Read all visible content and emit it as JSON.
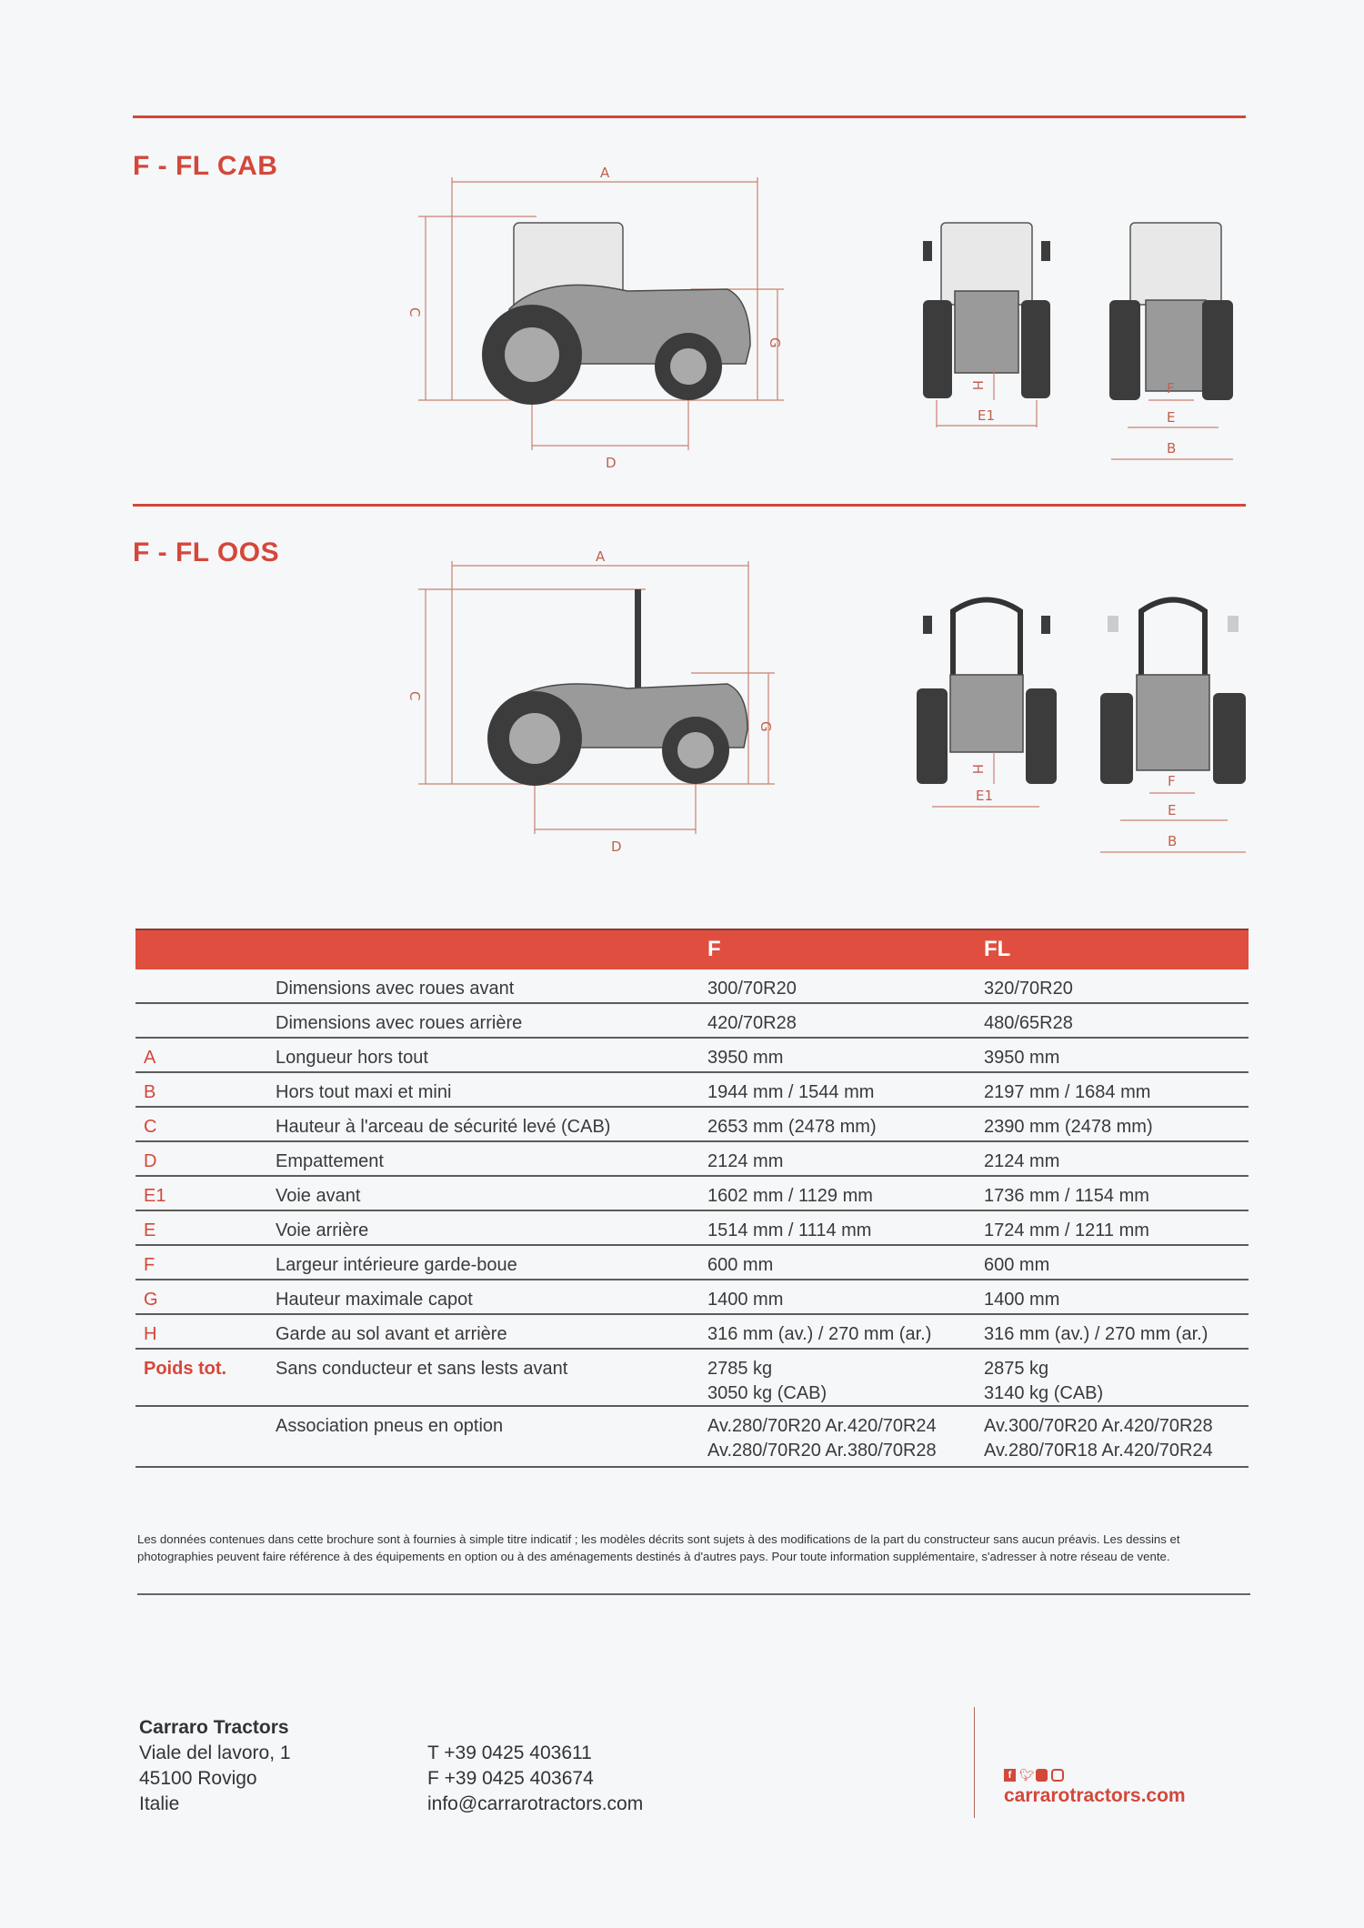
{
  "sections": [
    {
      "title": "F - FL CAB",
      "dims": {
        "A": "A",
        "C": "C",
        "G": "G",
        "D": "D",
        "H": "H",
        "E1": "E1",
        "F": "F",
        "E": "E",
        "B": "B"
      }
    },
    {
      "title": "F - FL OOS",
      "dims": {
        "A": "A",
        "C": "C",
        "G": "G",
        "D": "D",
        "H": "H",
        "E1": "E1",
        "F": "F",
        "E": "E",
        "B": "B"
      }
    }
  ],
  "table": {
    "headers": {
      "f": "F",
      "fl": "FL"
    },
    "rows": [
      {
        "letter": "",
        "label": "Dimensions avec roues avant",
        "f": "300/70R20",
        "fl": "320/70R20"
      },
      {
        "letter": "",
        "label": "Dimensions avec roues arrière",
        "f": "420/70R28",
        "fl": "480/65R28"
      },
      {
        "letter": "A",
        "label": "Longueur hors tout",
        "f": "3950 mm",
        "fl": "3950 mm"
      },
      {
        "letter": "B",
        "label": "Hors tout maxi et mini",
        "f": "1944 mm / 1544 mm",
        "fl": "2197 mm / 1684 mm"
      },
      {
        "letter": "C",
        "label": "Hauteur à l'arceau de sécurité levé (CAB)",
        "f": "2653 mm (2478 mm)",
        "fl": "2390 mm (2478 mm)"
      },
      {
        "letter": "D",
        "label": "Empattement",
        "f": "2124 mm",
        "fl": "2124 mm"
      },
      {
        "letter": "E1",
        "label": "Voie avant",
        "f": "1602 mm / 1129 mm",
        "fl": "1736 mm / 1154 mm"
      },
      {
        "letter": "E",
        "label": "Voie arrière",
        "f": "1514 mm / 1114 mm",
        "fl": "1724 mm / 1211 mm"
      },
      {
        "letter": "F",
        "label": "Largeur intérieure garde-boue",
        "f": "600 mm",
        "fl": "600 mm"
      },
      {
        "letter": "G",
        "label": "Hauteur maximale capot",
        "f": "1400 mm",
        "fl": "1400 mm"
      },
      {
        "letter": "H",
        "label": "Garde au sol avant et arrière",
        "f": "316 mm (av.) / 270 mm (ar.)",
        "fl": "316 mm (av.) / 270 mm (ar.)"
      },
      {
        "letter": "Poids tot.",
        "label": "Sans conducteur et sans lests avant",
        "f": "2785 kg",
        "f2": "3050 kg (CAB)",
        "fl": "2875 kg",
        "fl2": "3140 kg (CAB)"
      },
      {
        "letter": "",
        "label": "Association pneus en option",
        "f": "Av.280/70R20 Ar.420/70R24",
        "f2": "Av.280/70R20 Ar.380/70R28",
        "fl": "Av.300/70R20 Ar.420/70R28",
        "fl2": "Av.280/70R18 Ar.420/70R24"
      }
    ]
  },
  "disclaimer": "Les données contenues dans cette brochure sont à fournies à simple titre indicatif ; les modèles décrits sont sujets à des modifications de la part du constructeur sans aucun préavis. Les dessins et photographies peuvent faire référence à des équipements en option ou à des aménagements destinés à d'autres pays. Pour toute information supplémentaire, s'adresser à notre réseau de vente.",
  "footer": {
    "company": "Carraro Tractors",
    "address1": "Viale del lavoro, 1",
    "address2": "45100 Rovigo",
    "country": "Italie",
    "phone": "T +39 0425 403611",
    "fax": "F +39 0425 403674",
    "email": "info@carrarotractors.com",
    "social_icons": [
      "facebook-icon",
      "twitter-icon",
      "youtube-icon",
      "instagram-icon"
    ],
    "website": "carrarotractors.com"
  },
  "colors": {
    "accent": "#d4473a",
    "header": "#e04e3f"
  }
}
